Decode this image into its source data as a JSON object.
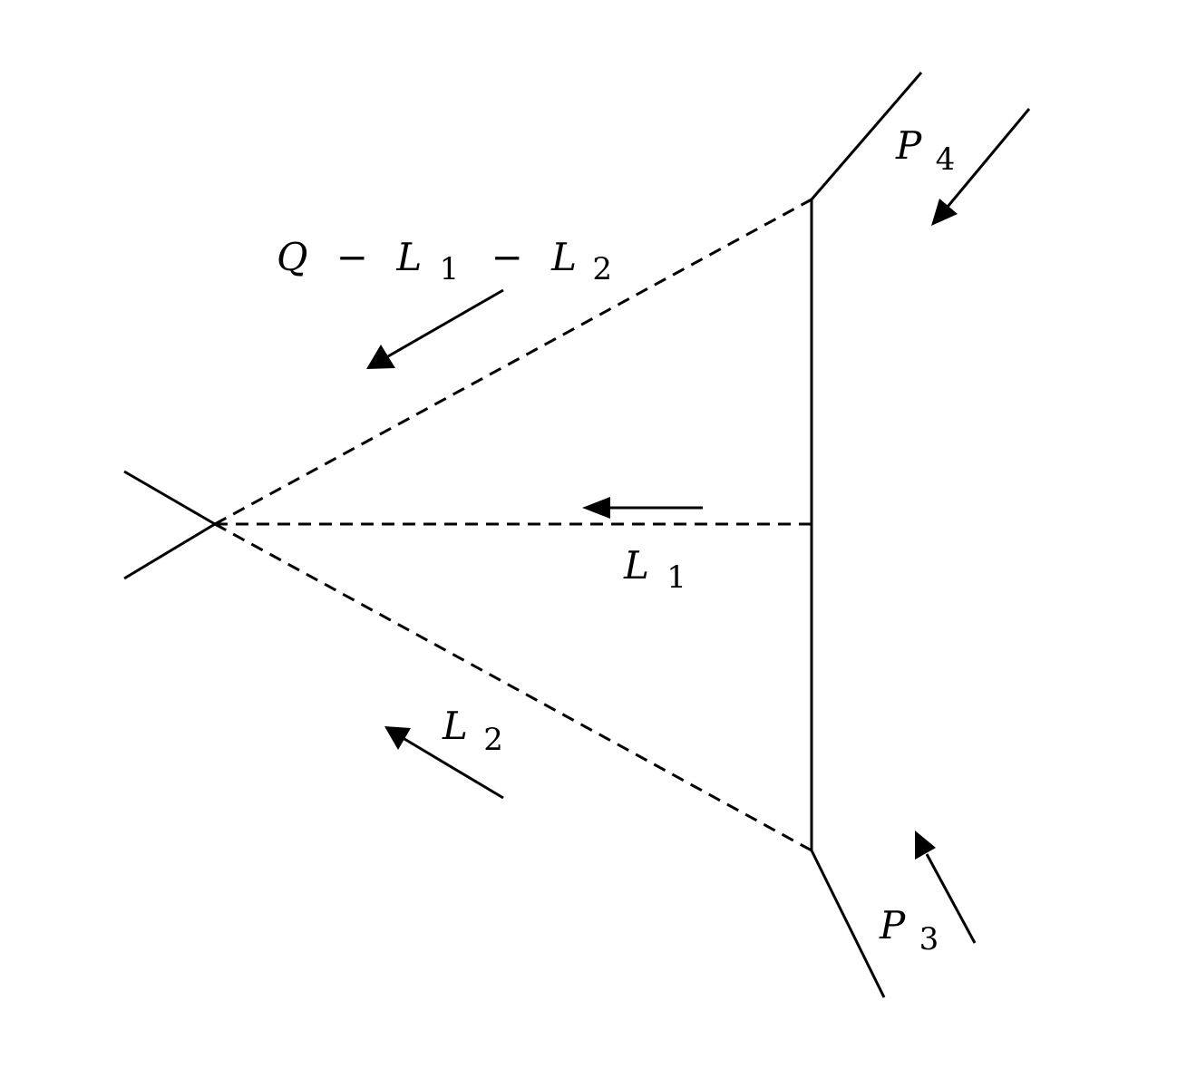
{
  "labels": {
    "momentum_top": {
      "Q": "Q",
      "minus1": "−",
      "L1": "L",
      "L1_sub": "1",
      "minus2": "−",
      "L2": "L",
      "L2_sub": "2"
    },
    "momentum_mid": {
      "L": "L",
      "sub": "1"
    },
    "momentum_bottom": {
      "L": "L",
      "sub": "2"
    },
    "p4": {
      "P": "P",
      "sub": "4"
    },
    "p3": {
      "P": "P",
      "sub": "3"
    }
  }
}
